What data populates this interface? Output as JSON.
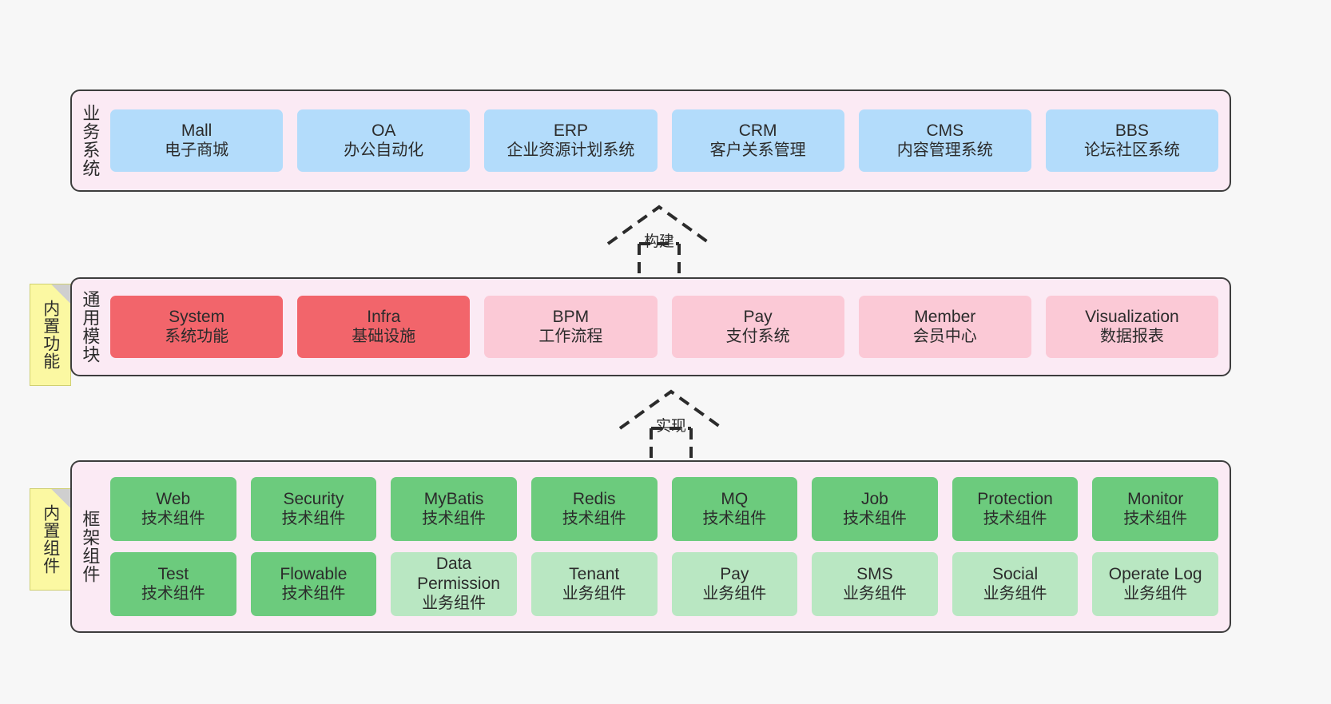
{
  "diagram": {
    "title": "",
    "background": "#f7f7f7",
    "panel_fill": "#fbeaf4",
    "panel_border": "#3d3d3d",
    "sticky_fill": "#fbf8a2"
  },
  "stickies": [
    {
      "text": "内置功能",
      "name": "sticky-builtin-function"
    },
    {
      "text": "内置组件",
      "name": "sticky-builtin-component"
    }
  ],
  "arrows": [
    {
      "label": "构建",
      "style": "dashed-hollow-up"
    },
    {
      "label": "实现",
      "style": "dashed-hollow-up"
    }
  ],
  "layers": [
    {
      "id": "business",
      "label": "业务系统",
      "color": "#b3dcfb",
      "rows": [
        {
          "cells": [
            {
              "t1": "Mall",
              "t2": "电子商城",
              "color": "#b3dcfb"
            },
            {
              "t1": "OA",
              "t2": "办公自动化",
              "color": "#b3dcfb"
            },
            {
              "t1": "ERP",
              "t2": "企业资源计划系统",
              "color": "#b3dcfb"
            },
            {
              "t1": "CRM",
              "t2": "客户关系管理",
              "color": "#b3dcfb"
            },
            {
              "t1": "CMS",
              "t2": "内容管理系统",
              "color": "#b3dcfb"
            },
            {
              "t1": "BBS",
              "t2": "论坛社区系统",
              "color": "#b3dcfb"
            }
          ]
        }
      ]
    },
    {
      "id": "common",
      "label": "通用模块",
      "color": "#f9c6d2",
      "rows": [
        {
          "cells": [
            {
              "t1": "System",
              "t2": "系统功能",
              "color": "#f2656b"
            },
            {
              "t1": "Infra",
              "t2": "基础设施",
              "color": "#f2656b"
            },
            {
              "t1": "BPM",
              "t2": "工作流程",
              "color": "#fbc9d6"
            },
            {
              "t1": "Pay",
              "t2": "支付系统",
              "color": "#fbc9d6"
            },
            {
              "t1": "Member",
              "t2": "会员中心",
              "color": "#fbc9d6"
            },
            {
              "t1": "Visualization",
              "t2": "数据报表",
              "color": "#fbc9d6"
            }
          ]
        }
      ]
    },
    {
      "id": "framework",
      "label": "框架组件",
      "color": "#6ccb7d",
      "rows": [
        {
          "cells": [
            {
              "t1": "Web",
              "t2": "技术组件",
              "color": "#6ccb7d"
            },
            {
              "t1": "Security",
              "t2": "技术组件",
              "color": "#6ccb7d"
            },
            {
              "t1": "MyBatis",
              "t2": "技术组件",
              "color": "#6ccb7d"
            },
            {
              "t1": "Redis",
              "t2": "技术组件",
              "color": "#6ccb7d"
            },
            {
              "t1": "MQ",
              "t2": "技术组件",
              "color": "#6ccb7d"
            },
            {
              "t1": "Job",
              "t2": "技术组件",
              "color": "#6ccb7d"
            },
            {
              "t1": "Protection",
              "t2": "技术组件",
              "color": "#6ccb7d"
            },
            {
              "t1": "Monitor",
              "t2": "技术组件",
              "color": "#6ccb7d"
            }
          ]
        },
        {
          "cells": [
            {
              "t1": "Test",
              "t2": "技术组件",
              "color": "#6ccb7d"
            },
            {
              "t1": "Flowable",
              "t2": "技术组件",
              "color": "#6ccb7d"
            },
            {
              "t1": "Data Permission",
              "t2": "业务组件",
              "color": "#b9e7c2"
            },
            {
              "t1": "Tenant",
              "t2": "业务组件",
              "color": "#b9e7c2"
            },
            {
              "t1": "Pay",
              "t2": "业务组件",
              "color": "#b9e7c2"
            },
            {
              "t1": "SMS",
              "t2": "业务组件",
              "color": "#b9e7c2"
            },
            {
              "t1": "Social",
              "t2": "业务组件",
              "color": "#b9e7c2"
            },
            {
              "t1": "Operate Log",
              "t2": "业务组件",
              "color": "#b9e7c2"
            }
          ]
        }
      ]
    }
  ]
}
